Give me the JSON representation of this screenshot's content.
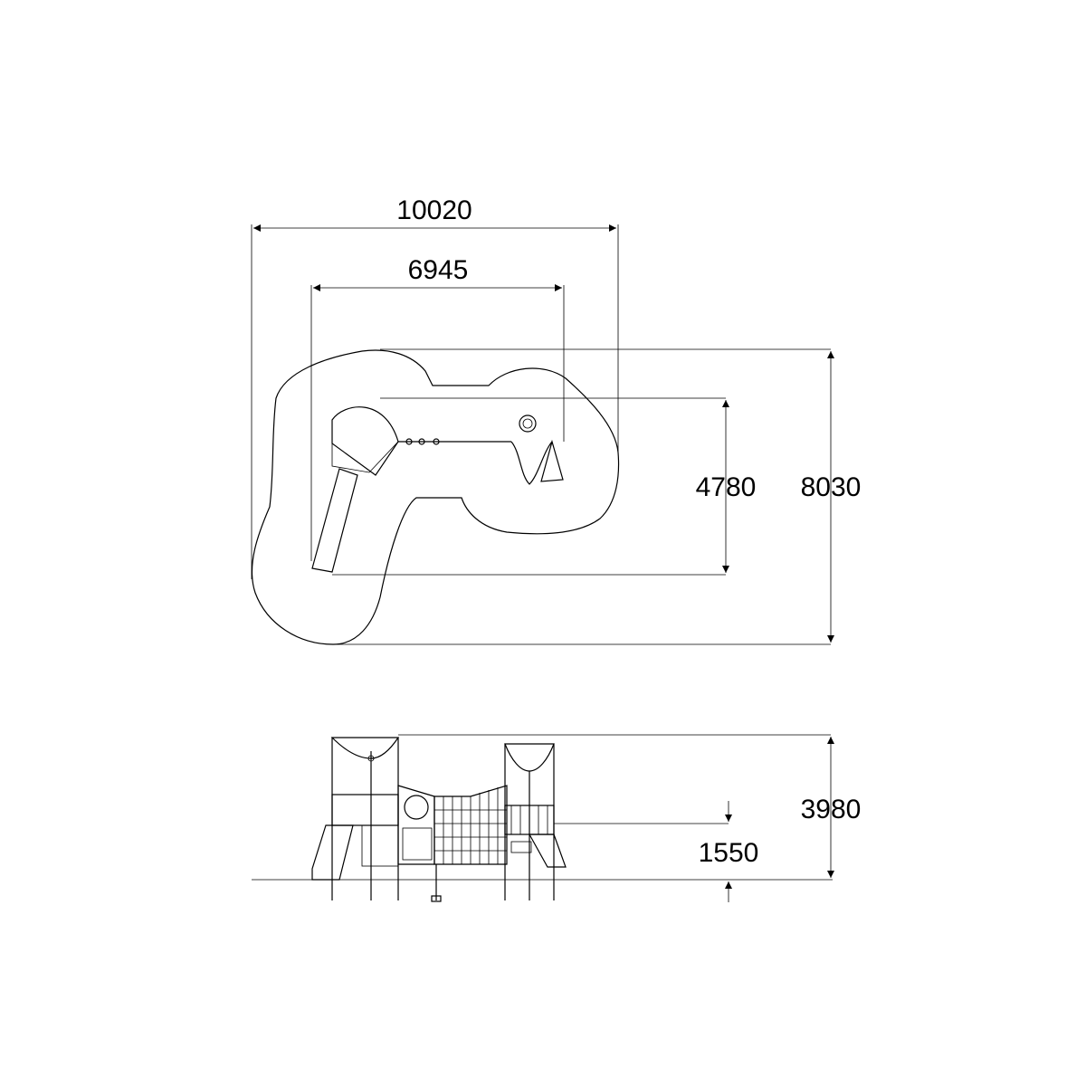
{
  "plan_view": {
    "overall_width": "10020",
    "equipment_width": "6945",
    "equipment_depth": "4780",
    "overall_depth": "8030"
  },
  "elevation_view": {
    "overall_height": "3980",
    "platform_height": "1550"
  }
}
